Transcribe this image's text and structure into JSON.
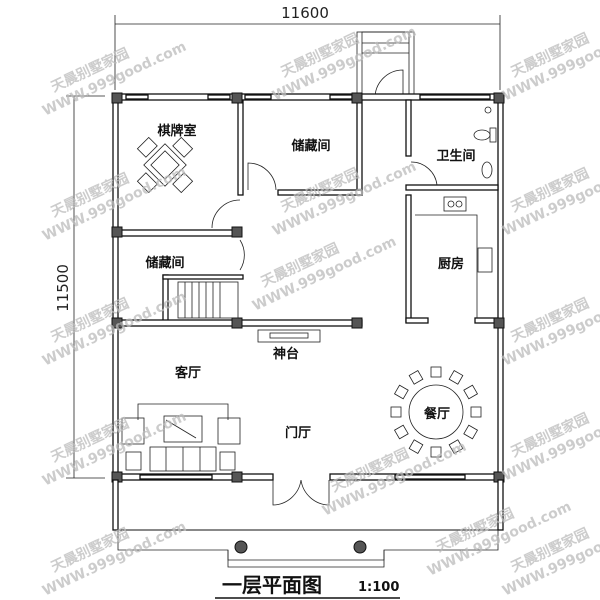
{
  "dimensions": {
    "width": "11600",
    "height": "11500"
  },
  "rooms": {
    "chess_room": "棋牌室",
    "storage_upper": "储藏间",
    "bathroom": "卫生间",
    "storage_lower": "储藏间",
    "kitchen": "厨房",
    "altar": "神台",
    "living_room": "客厅",
    "foyer": "门厅",
    "dining_room": "餐厅"
  },
  "title": {
    "main": "一层平面图",
    "scale": "1:100"
  },
  "watermark": {
    "brand": "天晨别墅家园",
    "url": "WWW.999good.com"
  }
}
